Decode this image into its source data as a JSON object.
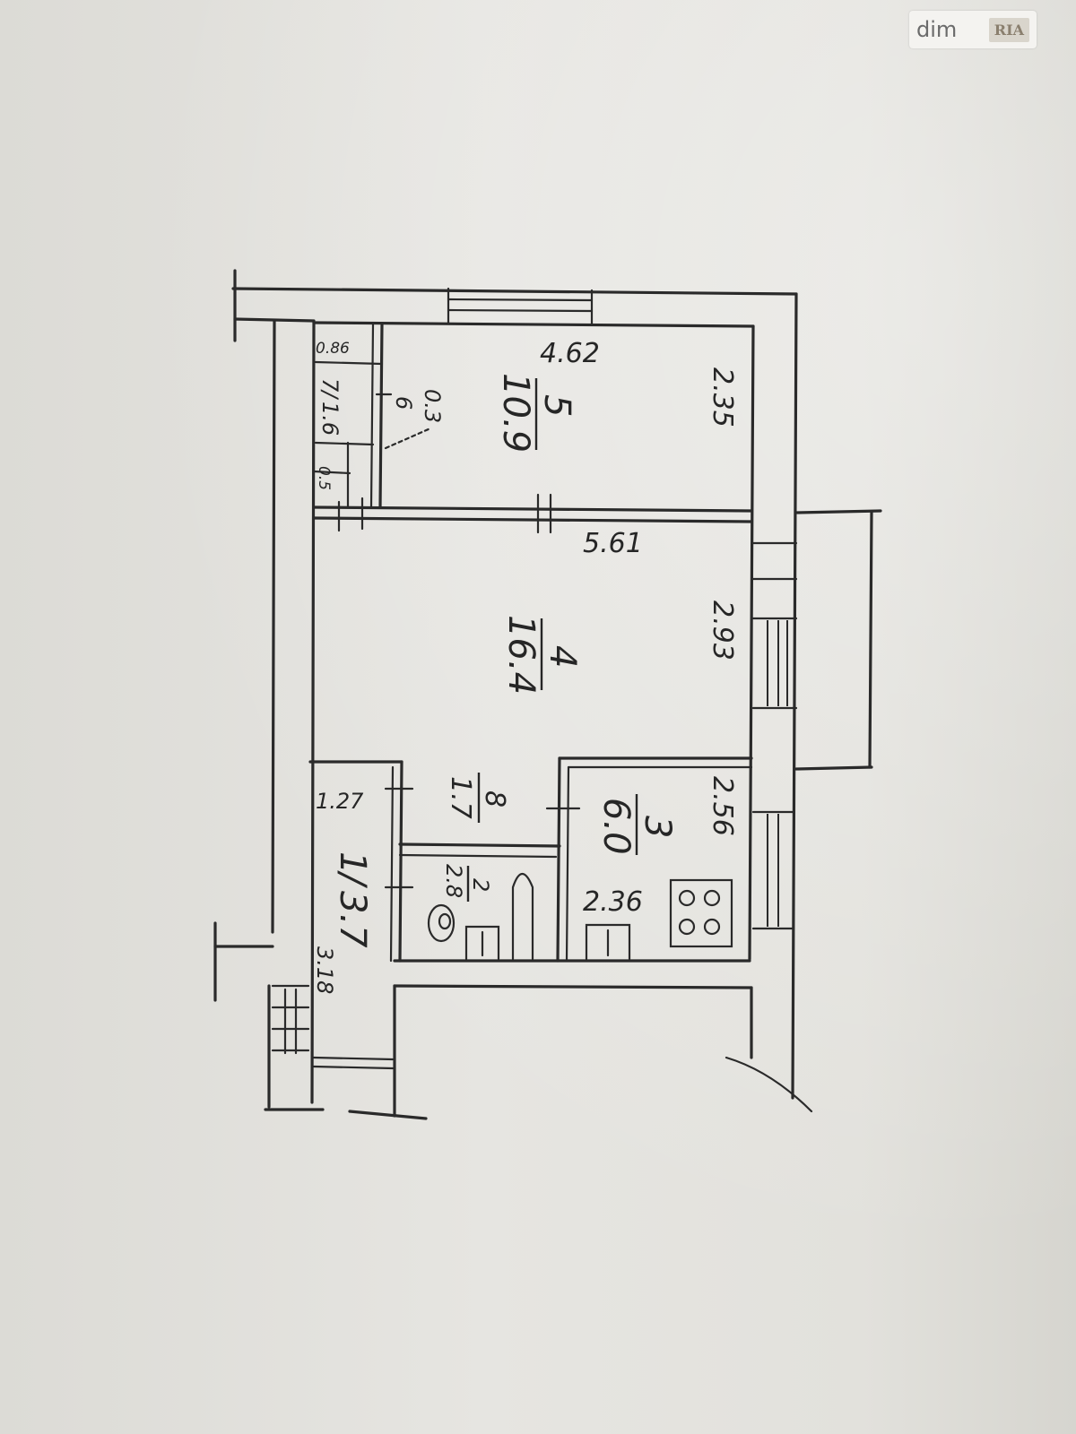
{
  "watermark": {
    "left": "dim",
    "right": "RIA"
  },
  "rooms": [
    {
      "id": "5",
      "area": "10.9"
    },
    {
      "id": "4",
      "area": "16.4"
    },
    {
      "id": "8",
      "area": "1.7"
    },
    {
      "id": "3",
      "area": "6.0"
    },
    {
      "id": "2",
      "area": "2.8"
    },
    {
      "id": "1",
      "area": "3.7"
    },
    {
      "id": "7",
      "area": "1.6"
    },
    {
      "id": "6",
      "area": "0.3"
    }
  ],
  "dimensions": {
    "d462": "4.62",
    "d235": "2.35",
    "d561": "5.61",
    "d293": "2.93",
    "d256": "2.56",
    "d236": "2.36",
    "d127": "1.27",
    "d318": "3.18",
    "d086": "0.86",
    "d05": "0.5"
  }
}
